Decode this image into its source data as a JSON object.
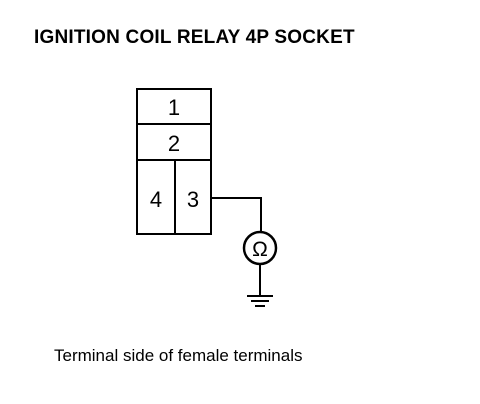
{
  "title": "IGNITION COIL RELAY 4P SOCKET",
  "caption": "Terminal side of female terminals",
  "socket": {
    "terminals": [
      {
        "id": "1",
        "label": "1"
      },
      {
        "id": "2",
        "label": "2"
      },
      {
        "id": "4",
        "label": "4"
      },
      {
        "id": "3",
        "label": "3"
      }
    ]
  },
  "meter": {
    "symbol": "Ω",
    "icon": "ohmmeter-icon"
  },
  "ground": {
    "icon": "ground-icon"
  }
}
